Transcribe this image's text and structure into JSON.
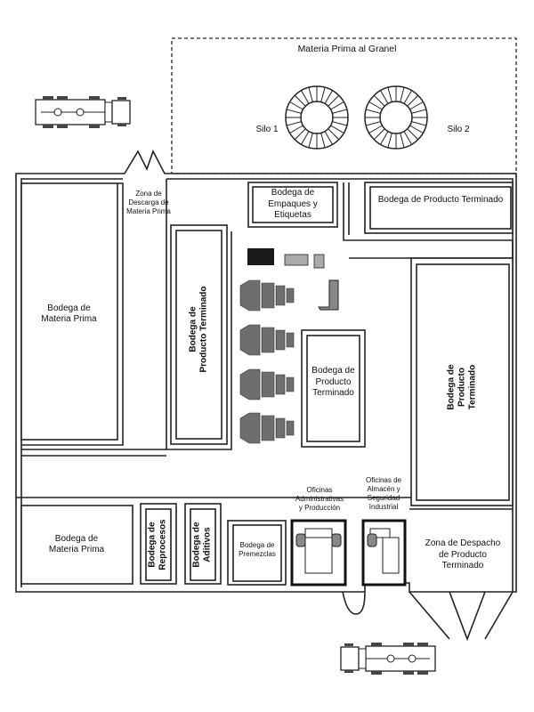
{
  "silo_area": {
    "title": "Materia Prima al Granel",
    "silo_1": "Silo 1",
    "silo_2": "Silo 2"
  },
  "zona_descarga": {
    "line1": "Zona de",
    "line2": "Descarga de",
    "line3": "Materia Prima"
  },
  "bodega_materia_prima_1": {
    "line1": "Bodega de",
    "line2": "Materia Prima"
  },
  "bodega_materia_prima_2": {
    "line1": "Bodega de",
    "line2": "Materia Prima"
  },
  "bodega_empaques": {
    "line1": "Bodega de",
    "line2": "Empaques y Etiquetas"
  },
  "bodega_pt_top": {
    "label": "Bodega de Producto Terminado"
  },
  "bodega_pt_vertical_left": {
    "line1": "Bodega de",
    "line2": "Producto Terminado"
  },
  "bodega_pt_center": {
    "line1": "Bodega de",
    "line2": "Producto",
    "line3": "Terminado"
  },
  "bodega_pt_vertical_right": {
    "line1": "Bodega de",
    "line2": "Producto",
    "line3": "Terminado"
  },
  "bodega_reprocesos": {
    "line1": "Bodega de",
    "line2": "Reprocesos"
  },
  "bodega_aditivos": {
    "line1": "Bodega de",
    "line2": "Aditivos"
  },
  "bodega_premezclas": {
    "line1": "Bodega de",
    "line2": "Premezclas"
  },
  "oficinas_admin": {
    "line1": "Oficinas",
    "line2": "Administrativas",
    "line3": "y Producción"
  },
  "oficinas_almacen": {
    "line1": "Oficinas de",
    "line2": "Almacén y",
    "line3": "Seguridad",
    "line4": "Industrial"
  },
  "zona_despacho": {
    "line1": "Zona de Despacho",
    "line2": "de Producto",
    "line3": "Terminado"
  },
  "colors": {
    "stroke": "#222222",
    "machine": "#7a7a7a",
    "panel": "#1a1a1a"
  },
  "icons": [
    "truck-icon",
    "silo-icon",
    "machine-icon",
    "desk-icon"
  ]
}
